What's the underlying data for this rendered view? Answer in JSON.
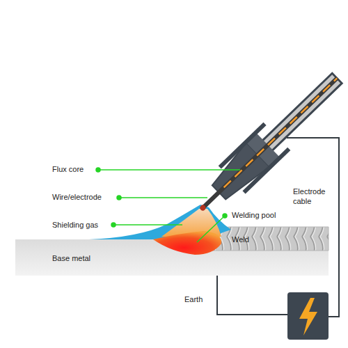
{
  "diagram": {
    "nodes": [
      {
        "text": [
          "Base metal"
        ]
      }
    ],
    "labels": [
      "Flux core",
      "Wire/electrode",
      "Shielding gas",
      "Welding pool",
      "Weld",
      "Electrode cable",
      "Earth"
    ]
  }
}
